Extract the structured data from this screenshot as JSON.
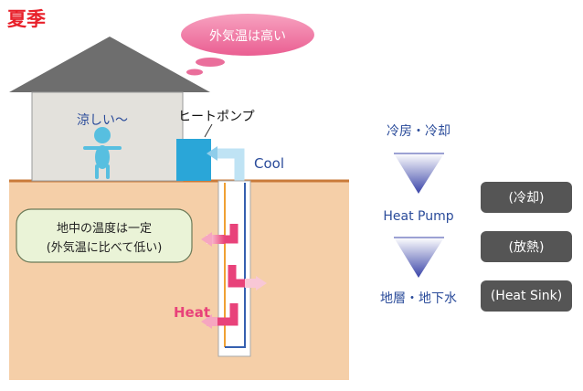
{
  "season_label": "夏季",
  "balloon": {
    "text": "外気温は高い"
  },
  "room_label": "涼しい〜",
  "heat_pump_label": "ヒートポンプ",
  "cool_label": "Cool",
  "heat_label": "Heat",
  "info_box": {
    "line1": "地中の温度は一定",
    "line2": "(外気温に比べて低い)"
  },
  "flow": {
    "top": "冷房・冷却",
    "middle": "Heat Pump",
    "bottom": "地層・地下水"
  },
  "badges": [
    "(冷却)",
    "(放熱)",
    "(Heat Sink)"
  ],
  "colors": {
    "season": "#e8202a",
    "pink": "#e8427a",
    "blue_text": "#2a4b9a",
    "ground": "#f5cfa8",
    "ground_line": "#c97a3a",
    "roof": "#6e6e6e",
    "wall": "#e3e1dc",
    "person": "#57bfe0",
    "unit": "#2aa6d8",
    "box_gray": "#555555"
  }
}
